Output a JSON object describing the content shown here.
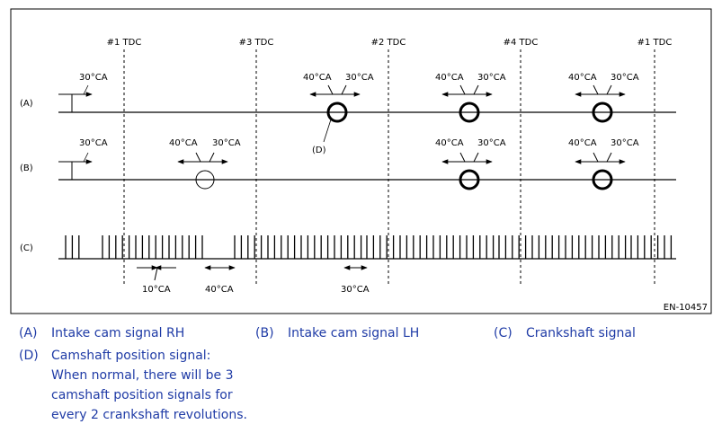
{
  "colors": {
    "line": "#000000",
    "frame": "#000000",
    "legend_text": "#1f3ba6"
  },
  "tdc": [
    "#1 TDC",
    "#3 TDC",
    "#2 TDC",
    "#4 TDC",
    "#1 TDC"
  ],
  "rows": {
    "a": "(A)",
    "b": "(B)",
    "c": "(C)"
  },
  "angles": {
    "thirty": "30°CA",
    "forty": "40°CA",
    "ten": "10°CA"
  },
  "marker_d": "(D)",
  "figure_id": "EN-10457",
  "legend": [
    {
      "key": "(A)",
      "text": "Intake cam signal RH"
    },
    {
      "key": "(B)",
      "text": "Intake cam signal LH"
    },
    {
      "key": "(C)",
      "text": "Crankshaft signal"
    },
    {
      "key": "(D)",
      "text": "Camshaft position signal:",
      "lines": [
        "When normal, there will be 3",
        "camshaft position signals for",
        "every 2 crankshaft revolutions."
      ]
    }
  ]
}
